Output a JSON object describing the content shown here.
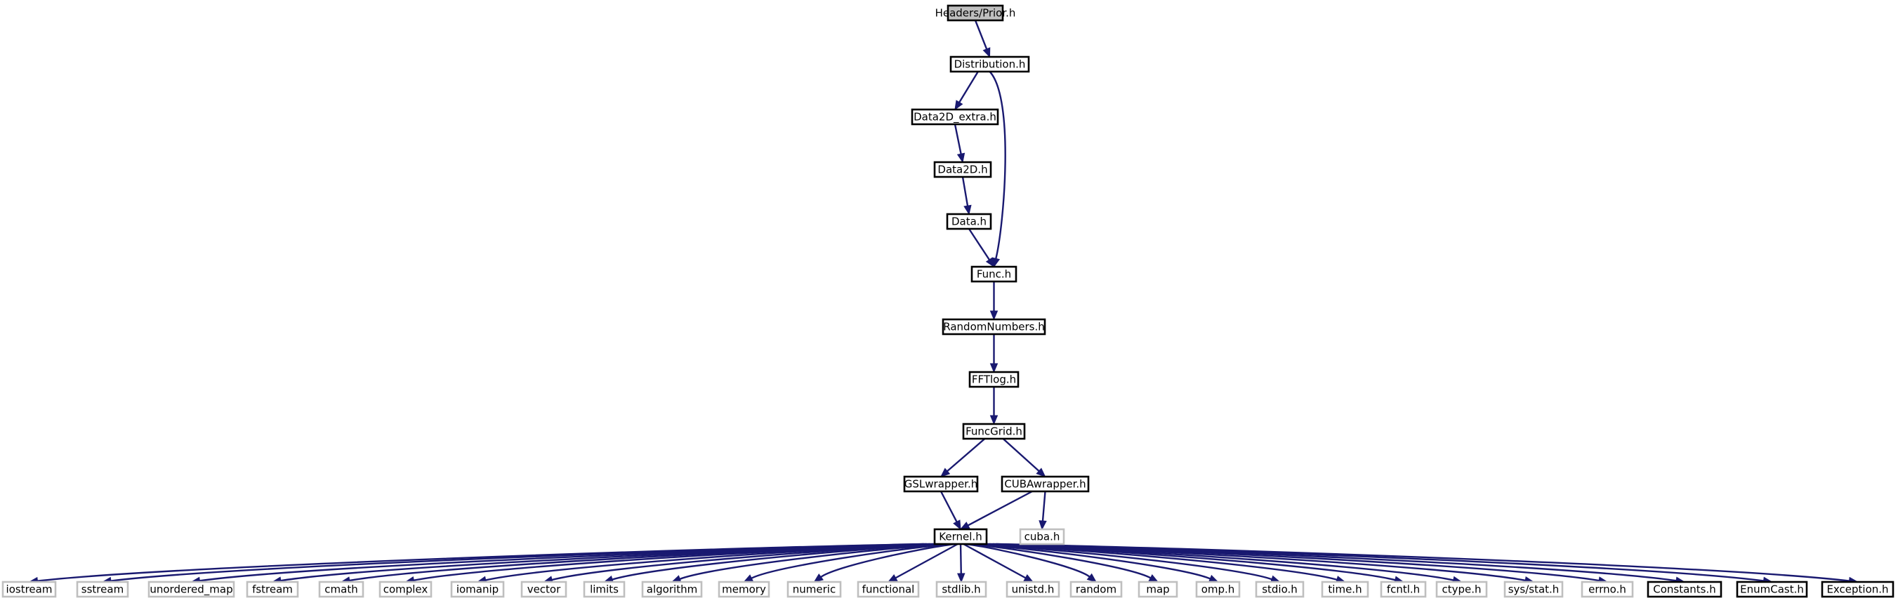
{
  "diagram": {
    "root": "Headers/Prior.h",
    "nodes": [
      {
        "id": "prior",
        "label": "Headers/Prior.h",
        "style": "root"
      },
      {
        "id": "distribution",
        "label": "Distribution.h",
        "style": "doc"
      },
      {
        "id": "data2d_extra",
        "label": "Data2D_extra.h",
        "style": "doc"
      },
      {
        "id": "data2d",
        "label": "Data2D.h",
        "style": "doc"
      },
      {
        "id": "data",
        "label": "Data.h",
        "style": "doc"
      },
      {
        "id": "func",
        "label": "Func.h",
        "style": "doc"
      },
      {
        "id": "randomnumbers",
        "label": "RandomNumbers.h",
        "style": "doc"
      },
      {
        "id": "fftlog",
        "label": "FFTlog.h",
        "style": "doc"
      },
      {
        "id": "funcgrid",
        "label": "FuncGrid.h",
        "style": "doc"
      },
      {
        "id": "gslwrapper",
        "label": "GSLwrapper.h",
        "style": "doc"
      },
      {
        "id": "cubawrapper",
        "label": "CUBAwrapper.h",
        "style": "doc"
      },
      {
        "id": "kernel",
        "label": "Kernel.h",
        "style": "doc"
      },
      {
        "id": "cuba",
        "label": "cuba.h",
        "style": "ext"
      },
      {
        "id": "iostream",
        "label": "iostream",
        "style": "ext"
      },
      {
        "id": "sstream",
        "label": "sstream",
        "style": "ext"
      },
      {
        "id": "unordered_map",
        "label": "unordered_map",
        "style": "ext"
      },
      {
        "id": "fstream",
        "label": "fstream",
        "style": "ext"
      },
      {
        "id": "cmath",
        "label": "cmath",
        "style": "ext"
      },
      {
        "id": "complex",
        "label": "complex",
        "style": "ext"
      },
      {
        "id": "iomanip",
        "label": "iomanip",
        "style": "ext"
      },
      {
        "id": "vector",
        "label": "vector",
        "style": "ext"
      },
      {
        "id": "limits",
        "label": "limits",
        "style": "ext"
      },
      {
        "id": "algorithm",
        "label": "algorithm",
        "style": "ext"
      },
      {
        "id": "memory",
        "label": "memory",
        "style": "ext"
      },
      {
        "id": "numeric",
        "label": "numeric",
        "style": "ext"
      },
      {
        "id": "functional",
        "label": "functional",
        "style": "ext"
      },
      {
        "id": "stdlib",
        "label": "stdlib.h",
        "style": "ext"
      },
      {
        "id": "unistd",
        "label": "unistd.h",
        "style": "ext"
      },
      {
        "id": "random",
        "label": "random",
        "style": "ext"
      },
      {
        "id": "map",
        "label": "map",
        "style": "ext"
      },
      {
        "id": "omp",
        "label": "omp.h",
        "style": "ext"
      },
      {
        "id": "stdio",
        "label": "stdio.h",
        "style": "ext"
      },
      {
        "id": "time",
        "label": "time.h",
        "style": "ext"
      },
      {
        "id": "fcntl",
        "label": "fcntl.h",
        "style": "ext"
      },
      {
        "id": "ctype",
        "label": "ctype.h",
        "style": "ext"
      },
      {
        "id": "sysstat",
        "label": "sys/stat.h",
        "style": "ext"
      },
      {
        "id": "errno",
        "label": "errno.h",
        "style": "ext"
      },
      {
        "id": "constants",
        "label": "Constants.h",
        "style": "doc"
      },
      {
        "id": "enumcast",
        "label": "EnumCast.h",
        "style": "doc"
      },
      {
        "id": "exception",
        "label": "Exception.h",
        "style": "doc"
      }
    ],
    "edges": [
      [
        "prior",
        "distribution"
      ],
      [
        "distribution",
        "data2d_extra"
      ],
      [
        "distribution",
        "func"
      ],
      [
        "data2d_extra",
        "data2d"
      ],
      [
        "data2d",
        "data"
      ],
      [
        "data",
        "func"
      ],
      [
        "func",
        "randomnumbers"
      ],
      [
        "randomnumbers",
        "fftlog"
      ],
      [
        "fftlog",
        "funcgrid"
      ],
      [
        "funcgrid",
        "gslwrapper"
      ],
      [
        "funcgrid",
        "cubawrapper"
      ],
      [
        "gslwrapper",
        "kernel"
      ],
      [
        "cubawrapper",
        "kernel"
      ],
      [
        "cubawrapper",
        "cuba"
      ],
      [
        "kernel",
        "iostream"
      ],
      [
        "kernel",
        "sstream"
      ],
      [
        "kernel",
        "unordered_map"
      ],
      [
        "kernel",
        "fstream"
      ],
      [
        "kernel",
        "cmath"
      ],
      [
        "kernel",
        "complex"
      ],
      [
        "kernel",
        "iomanip"
      ],
      [
        "kernel",
        "vector"
      ],
      [
        "kernel",
        "limits"
      ],
      [
        "kernel",
        "algorithm"
      ],
      [
        "kernel",
        "memory"
      ],
      [
        "kernel",
        "numeric"
      ],
      [
        "kernel",
        "functional"
      ],
      [
        "kernel",
        "stdlib"
      ],
      [
        "kernel",
        "unistd"
      ],
      [
        "kernel",
        "random"
      ],
      [
        "kernel",
        "map"
      ],
      [
        "kernel",
        "omp"
      ],
      [
        "kernel",
        "stdio"
      ],
      [
        "kernel",
        "time"
      ],
      [
        "kernel",
        "fcntl"
      ],
      [
        "kernel",
        "ctype"
      ],
      [
        "kernel",
        "sysstat"
      ],
      [
        "kernel",
        "errno"
      ],
      [
        "kernel",
        "constants"
      ],
      [
        "kernel",
        "enumcast"
      ],
      [
        "kernel",
        "exception"
      ]
    ],
    "colors": {
      "edge": "#191970",
      "root_fill": "#bfbfbf",
      "doc_border": "#000000",
      "ext_border": "#bfbfbf",
      "fill": "#ffffff"
    }
  }
}
